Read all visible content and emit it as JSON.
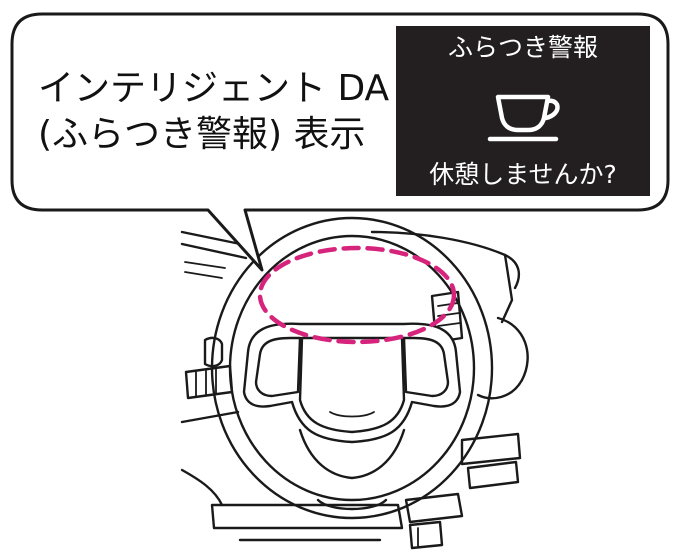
{
  "callout": {
    "line1": "インテリジェント DA",
    "line2": "(ふらつき警報) 表示"
  },
  "display": {
    "title": "ふらつき警報",
    "icon": "coffee-cup-icon",
    "message": "休憩しませんか?"
  },
  "colors": {
    "highlight": "#d6247c",
    "panel_background": "#231f20",
    "line": "#1a1a1a"
  }
}
